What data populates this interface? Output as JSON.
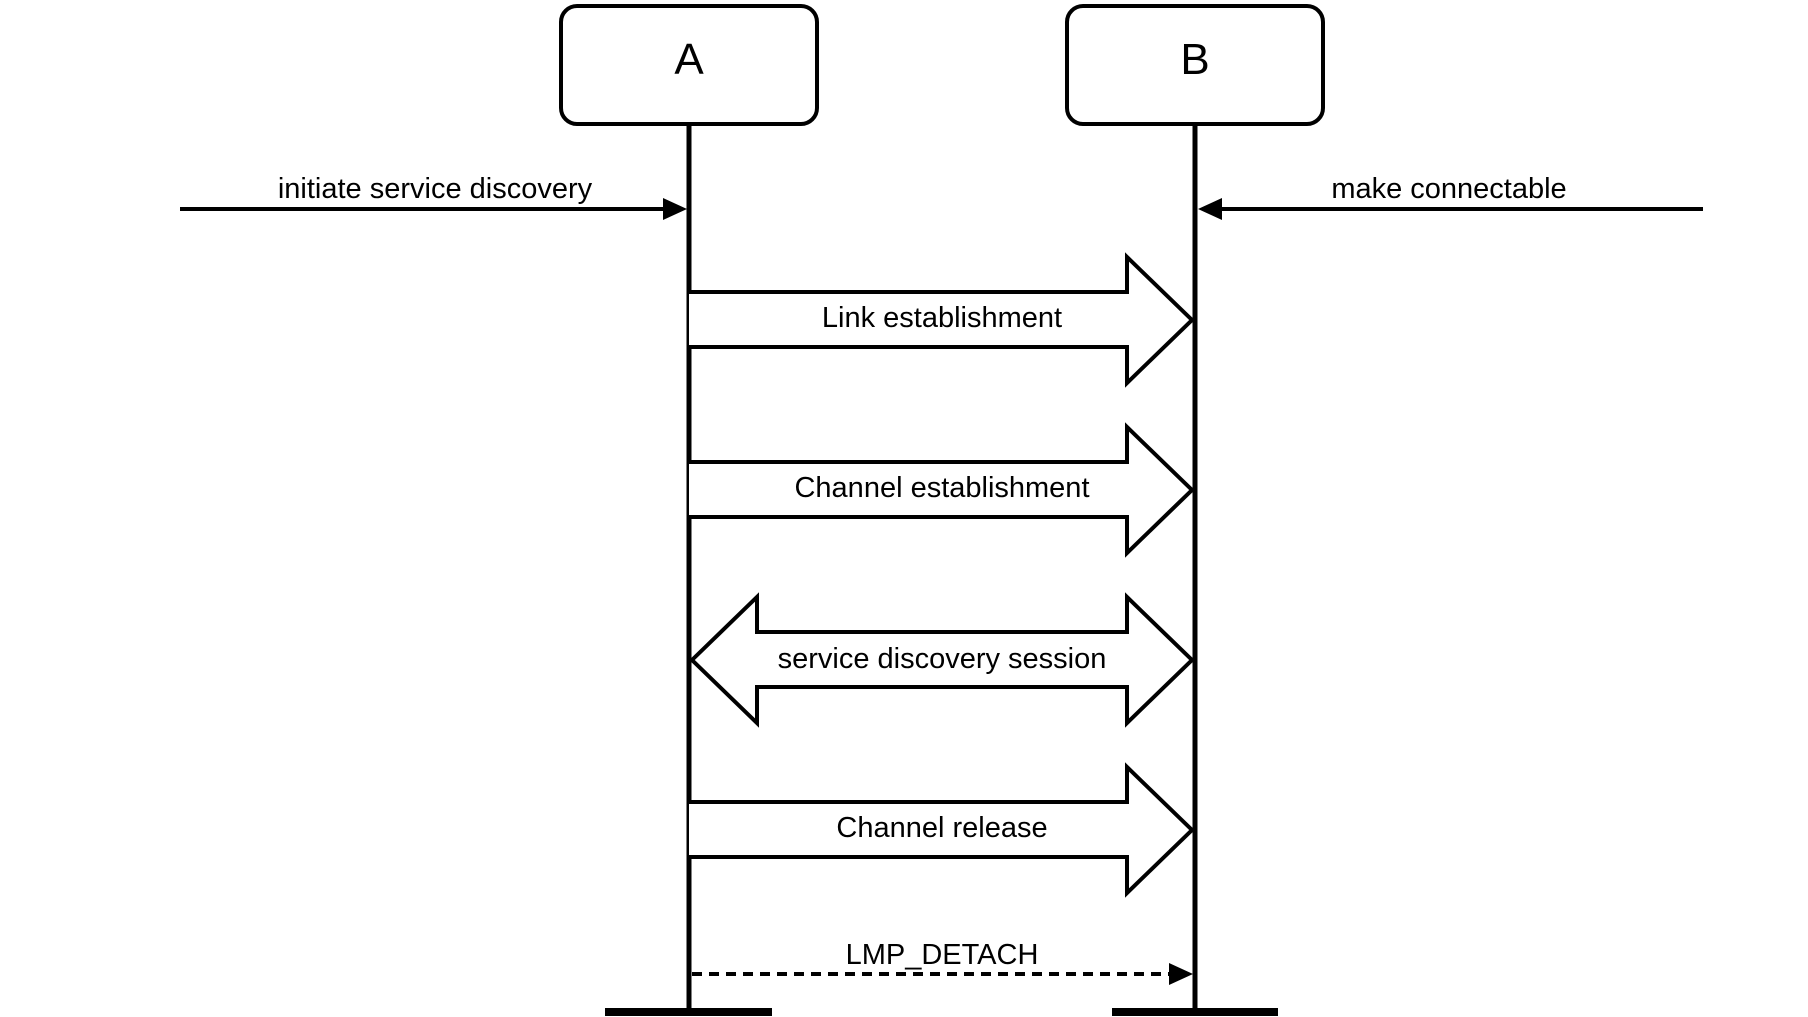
{
  "diagram": {
    "type": "message-sequence-chart",
    "colors": {
      "stroke": "#000000",
      "background": "#ffffff",
      "arrow_fill": "#ffffff"
    },
    "actors": {
      "a": {
        "label": "A"
      },
      "b": {
        "label": "B"
      }
    },
    "external_triggers": {
      "a": {
        "label": "initiate service discovery",
        "target": "A",
        "direction": "from-left"
      },
      "b": {
        "label": "make connectable",
        "target": "B",
        "direction": "from-right"
      }
    },
    "messages": [
      {
        "label": "Link establishment",
        "from": "A",
        "to": "B",
        "style": "block-arrow"
      },
      {
        "label": "Channel establishment",
        "from": "A",
        "to": "B",
        "style": "block-arrow"
      },
      {
        "label": "service discovery session",
        "from": "A",
        "to": "B",
        "style": "double-block-arrow"
      },
      {
        "label": "Channel release",
        "from": "A",
        "to": "B",
        "style": "block-arrow"
      },
      {
        "label": "LMP_DETACH",
        "from": "A",
        "to": "B",
        "style": "dashed-arrow"
      }
    ]
  }
}
